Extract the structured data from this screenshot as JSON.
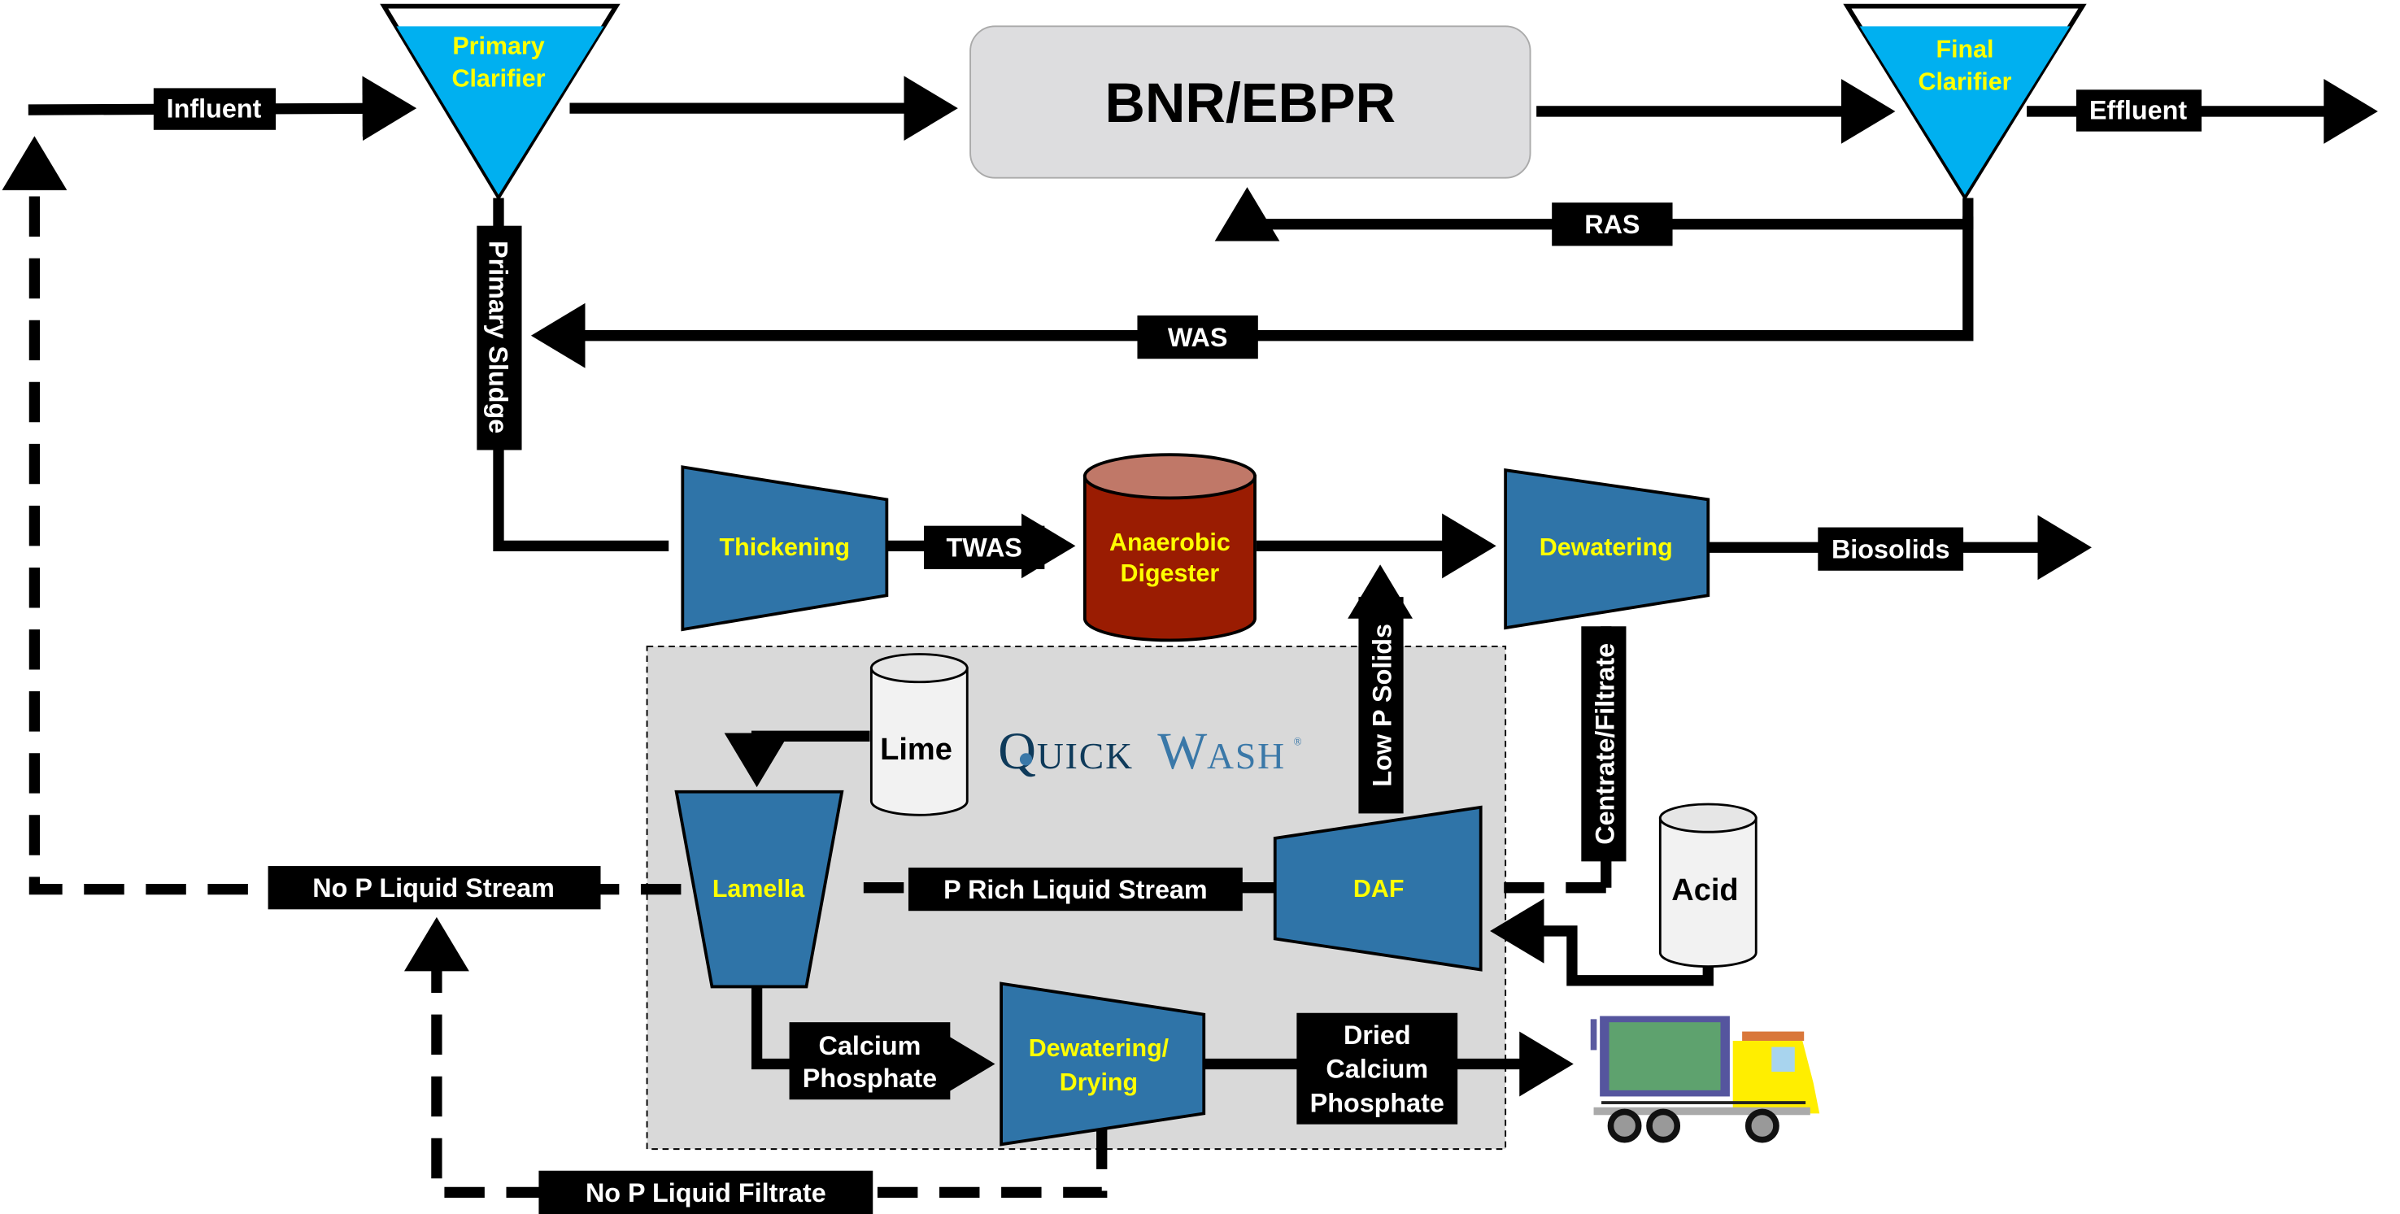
{
  "diagram": {
    "title": "BNR/EBPR",
    "brand": {
      "name_part1": "Quick",
      "name_part2": "Wash",
      "mark": "®"
    },
    "units": {
      "primary_clarifier": [
        "Primary",
        "Clarifier"
      ],
      "final_clarifier": [
        "Final",
        "Clarifier"
      ],
      "bnr": "BNR/EBPR",
      "thickening": "Thickening",
      "digester": [
        "Anaerobic",
        "Digester"
      ],
      "dewatering": "Dewatering",
      "lime": "Lime",
      "lamella": "Lamella",
      "daf": "DAF",
      "acid": "Acid",
      "dewatering_drying": [
        "Dewatering/",
        "Drying"
      ]
    },
    "streams": {
      "influent": "Influent",
      "effluent": "Effluent",
      "ras": "RAS",
      "was": "WAS",
      "primary_sludge": "Primary Sludge",
      "twas": "TWAS",
      "biosolids": "Biosolids",
      "low_p_solids": "Low P Solids",
      "centrate": "Centrate/Filtrate",
      "no_p_liquid_stream": "No P Liquid Stream",
      "p_rich_liquid_stream": "P Rich Liquid Stream",
      "calcium_phosphate": [
        "Calcium",
        "Phosphate"
      ],
      "dried_calcium_phosphate": [
        "Dried",
        "Calcium",
        "Phosphate"
      ],
      "no_p_liquid_filtrate": "No P Liquid Filtrate"
    },
    "colors": {
      "clarifier": "#00b0f0",
      "unit_blue": "#2f74a8",
      "digester": "#9a1c02",
      "digester_top": "#c07868",
      "unit_text": "#ffff00",
      "panel": "#d9d9d9",
      "brand_dark": "#0e3a5a",
      "brand_light": "#3a78a8"
    }
  }
}
